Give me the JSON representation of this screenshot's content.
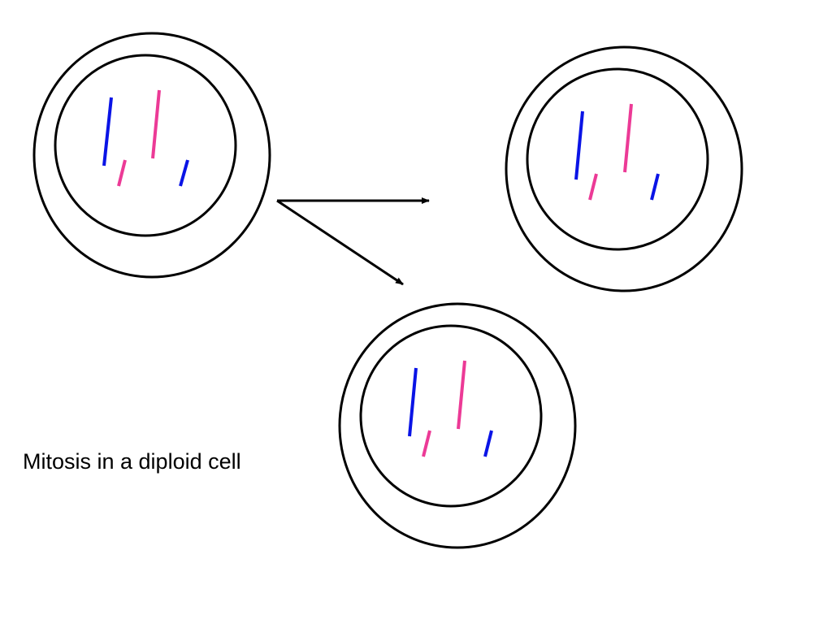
{
  "caption": "Mitosis in a diploid cell",
  "colors": {
    "outline": "#000000",
    "chromosome_blue": "#0a14e6",
    "chromosome_pink": "#ec3a96"
  },
  "chromosomes": [
    {
      "color": "blue",
      "length": "long"
    },
    {
      "color": "pink",
      "length": "long"
    },
    {
      "color": "pink",
      "length": "short"
    },
    {
      "color": "blue",
      "length": "short"
    }
  ],
  "cells": [
    {
      "role": "parent"
    },
    {
      "role": "daughter"
    },
    {
      "role": "daughter"
    }
  ]
}
